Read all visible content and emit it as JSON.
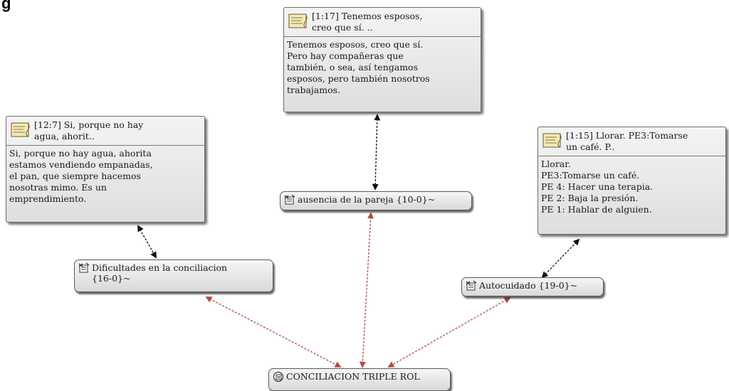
{
  "figure": {
    "title": "g"
  },
  "quotes": [
    {
      "title": "[1:17] Tenemos esposos,\ncreo que sí. ..",
      "body": " Tenemos esposos, creo que sí.\nPero hay compañeras que\ntambién, o sea, así tengamos\nesposos, pero también nosotros\ntrabajamos."
    },
    {
      "title": "[12:7] Si, porque no hay\nagua, ahorit..",
      "body": "Si, porque no hay agua, ahorita\nestamos vendiendo empanadas,\nel pan, que siempre hacemos\nnosotras mimo. Es un\nemprendimiento."
    },
    {
      "title": "[1:15] Llorar. PE3:Tomarse\nun café. P..",
      "body": "Llorar.\nPE3:Tomarse un café.\nPE 4:   Hacer una terapia.\nPE 2: Baja la presión.\nPE 1: Hablar de alguien."
    }
  ],
  "codes": [
    {
      "label": "ausencia de la pareja {10-0}~",
      "icon": "code-icon"
    },
    {
      "label": "Dificultades en la conciliacion\n{16-0}~",
      "icon": "code-icon"
    },
    {
      "label": "Autocuidado {19-0}~",
      "icon": "code-icon"
    },
    {
      "label": "CONCILIACION TRIPLE ROL",
      "icon": "network-code-icon"
    }
  ],
  "colors": {
    "quote_link": "#111111",
    "code_link": "#b04a4a"
  }
}
